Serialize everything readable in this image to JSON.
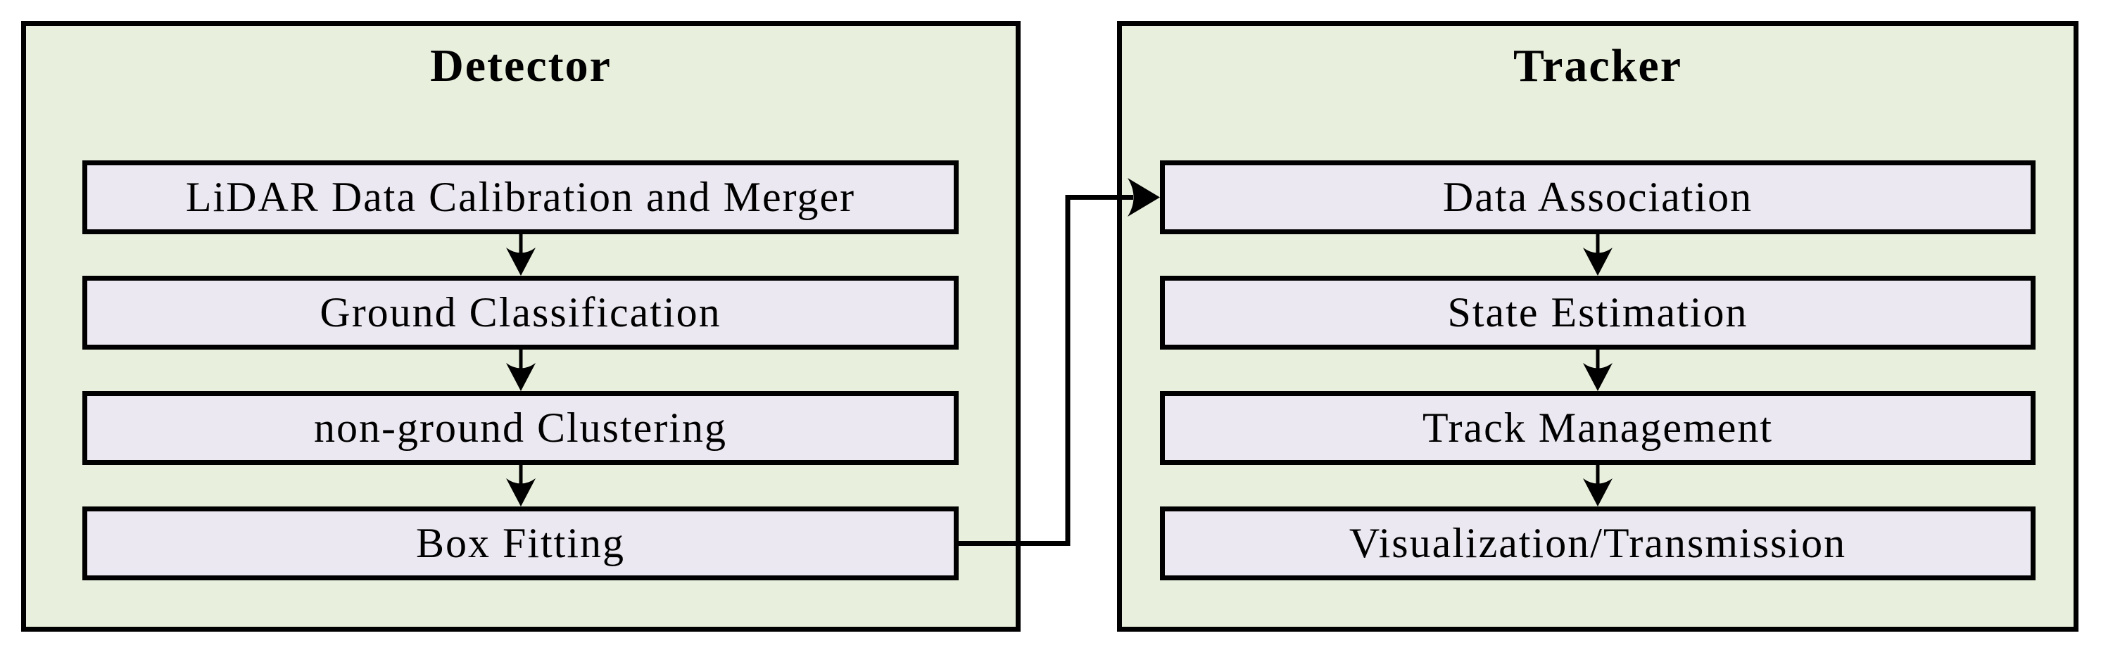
{
  "diagram": {
    "type": "flowchart",
    "background": "#ffffff"
  },
  "detector": {
    "title": "Detector",
    "nodes": [
      {
        "label": "LiDAR Data Calibration and Merger"
      },
      {
        "label": "Ground Classification"
      },
      {
        "label": "non-ground Clustering"
      },
      {
        "label": "Box Fitting"
      }
    ]
  },
  "tracker": {
    "title": "Tracker",
    "nodes": [
      {
        "label": "Data Association"
      },
      {
        "label": "State Estimation"
      },
      {
        "label": "Track Management"
      },
      {
        "label": "Visualization/Transmission"
      }
    ]
  },
  "edges": {
    "detector_flow": "LiDAR Data Calibration and Merger -> Ground Classification -> non-ground Clustering -> Box Fitting",
    "tracker_flow": "Data Association -> State Estimation -> Track Management -> Visualization/Transmission",
    "cross_connector": {
      "from": "Box Fitting",
      "to": "Data Association"
    }
  },
  "colors": {
    "container_fill": "#e8f0dd",
    "node_fill": "#ece8f1",
    "border": "#000000",
    "arrow": "#000000",
    "background": "#ffffff"
  }
}
